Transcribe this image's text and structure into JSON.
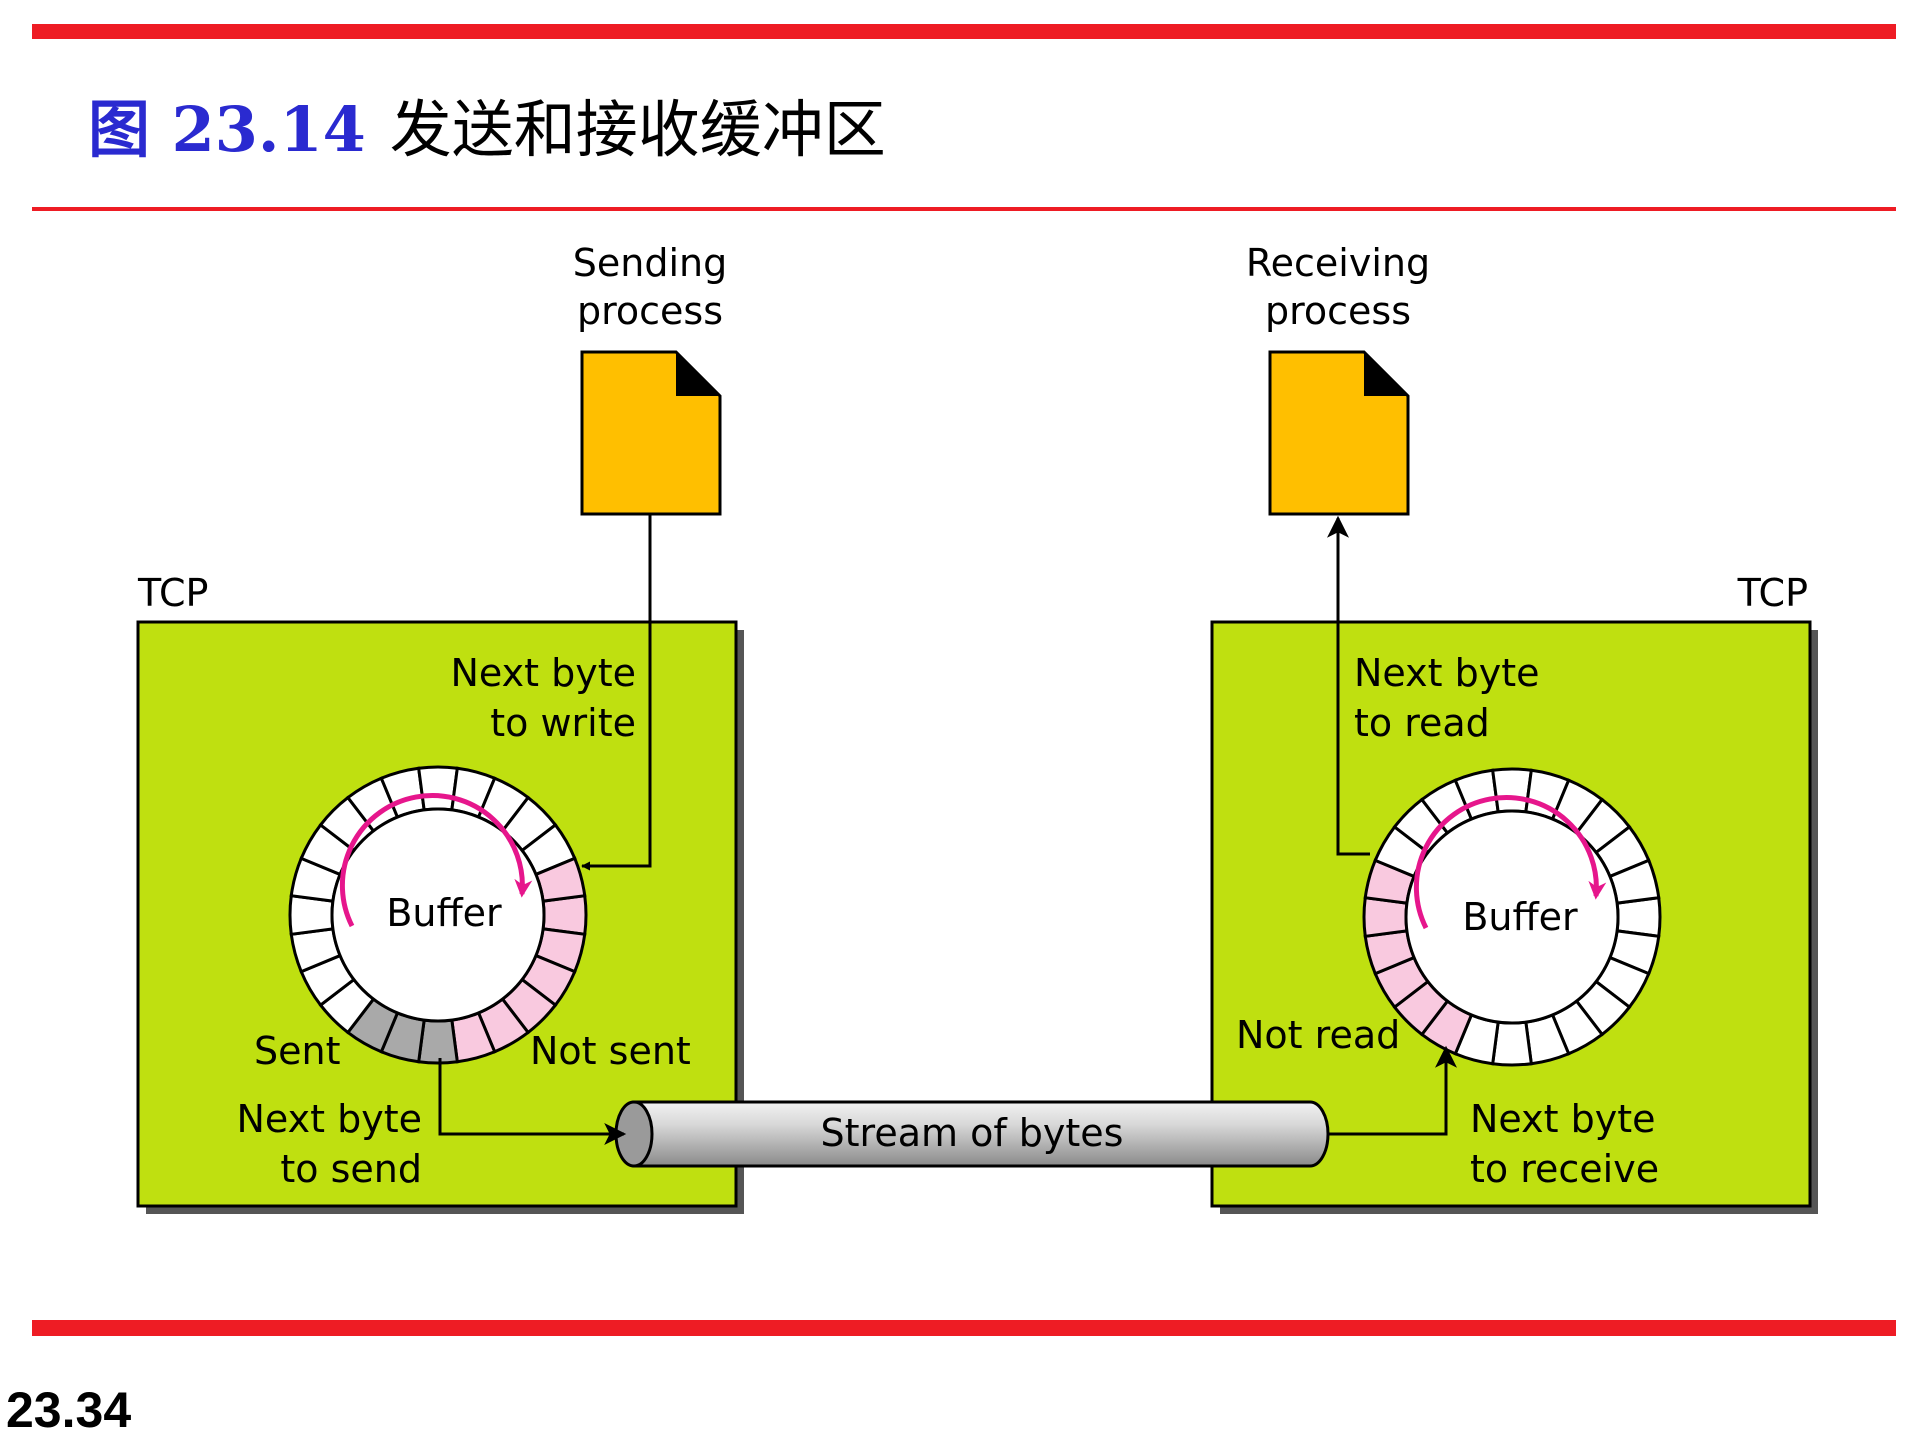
{
  "title": {
    "number": "图 23.14",
    "text": "发送和接收缓冲区"
  },
  "page_number": "23.34",
  "colors": {
    "rule": "#ee1c24",
    "tcp_box": "#bfe010",
    "document": "#ffbf00",
    "unsent_slot": "#f9c9df",
    "sent_slot": "#a9a9a9",
    "direction_arrow": "#e6168c",
    "pipe": "#c4c4c4"
  },
  "icons": {
    "process_doc": "document-icon",
    "buffer_arrow": "circular-arrow-icon"
  },
  "sender": {
    "process_label": [
      "Sending",
      "process"
    ],
    "tcp_label": "TCP",
    "buffer_label": "Buffer",
    "next_write_label": [
      "Next byte",
      "to write"
    ],
    "sent_label": "Sent",
    "not_sent_label": "Not sent",
    "next_send_label": [
      "Next byte",
      "to send"
    ],
    "buffer_slots": 24,
    "sent_slots": 3,
    "not_sent_slots": 7
  },
  "receiver": {
    "process_label": [
      "Receiving",
      "process"
    ],
    "tcp_label": "TCP",
    "buffer_label": "Buffer",
    "next_read_label": [
      "Next byte",
      "to read"
    ],
    "not_read_label": "Not read",
    "next_receive_label": [
      "Next byte",
      "to receive"
    ],
    "buffer_slots": 24,
    "not_read_slots": 6
  },
  "stream_label": "Stream of bytes"
}
